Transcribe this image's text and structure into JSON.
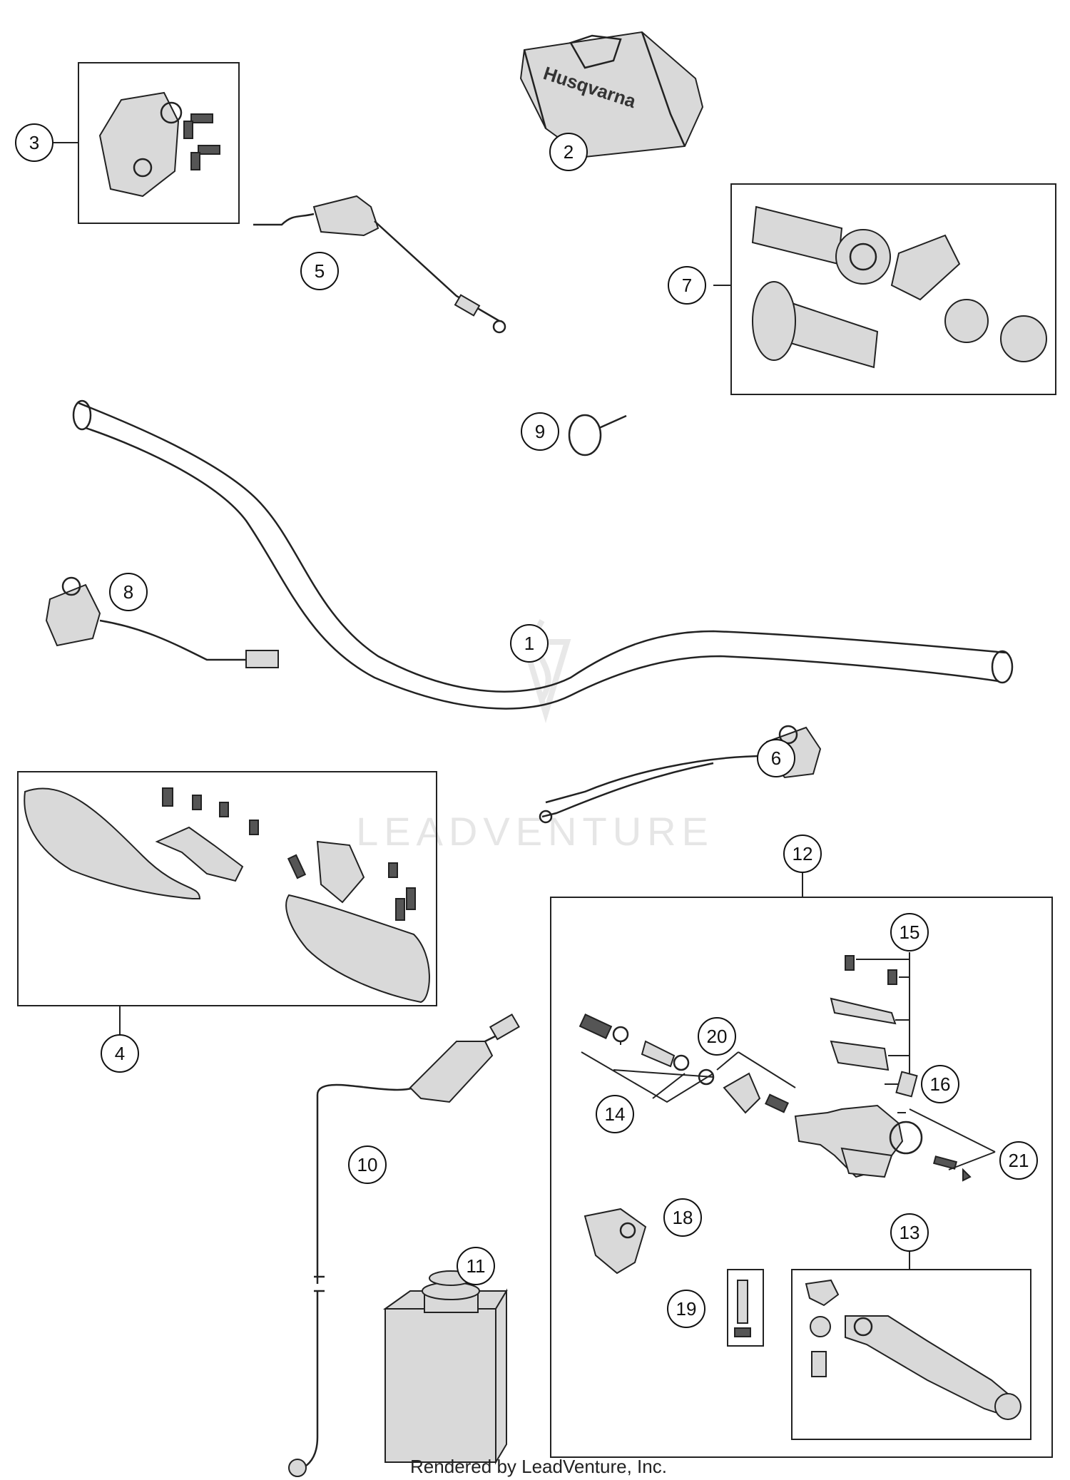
{
  "diagram": {
    "callouts": [
      "1",
      "2",
      "3",
      "4",
      "5",
      "6",
      "7",
      "8",
      "9",
      "10",
      "11",
      "12",
      "13",
      "14",
      "15",
      "16",
      "18",
      "19",
      "20",
      "21"
    ],
    "watermark": "LEADVENTURE",
    "brand_text": "Husqvarna",
    "footer": "Rendered by LeadVenture, Inc."
  }
}
